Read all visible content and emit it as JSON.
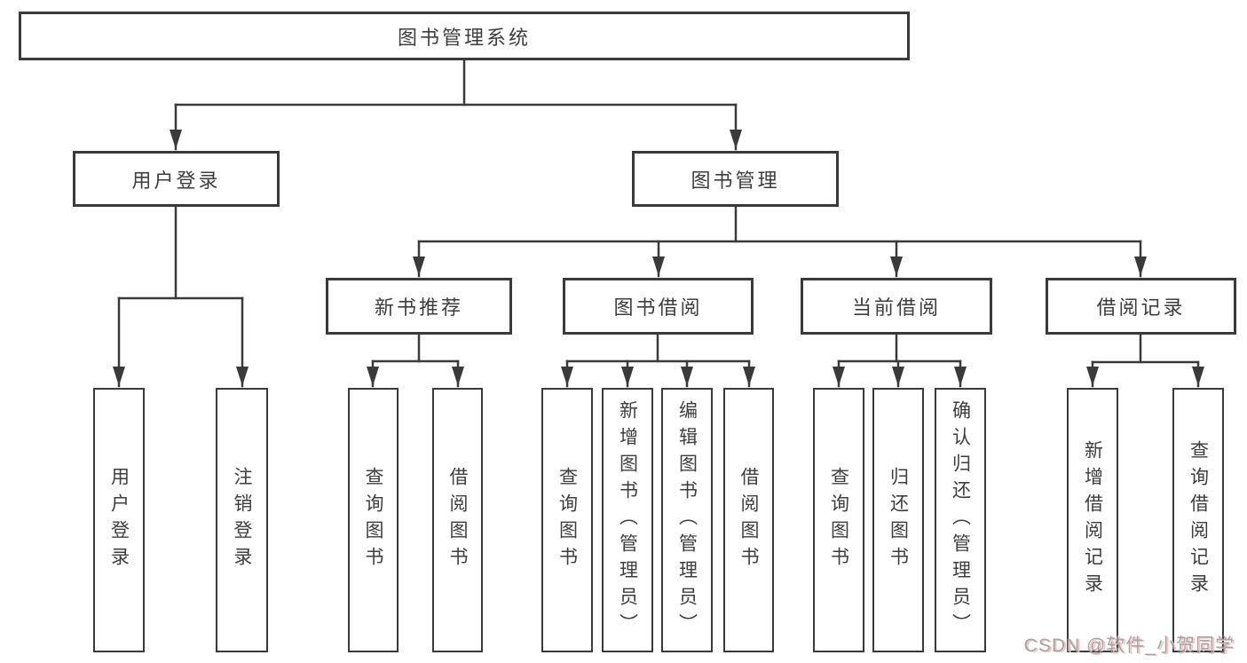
{
  "tree": {
    "root": {
      "label": "图书管理系统",
      "children": [
        {
          "label": "用户登录",
          "children": [
            {
              "label": "用户登录"
            },
            {
              "label": "注销登录"
            }
          ]
        },
        {
          "label": "图书管理",
          "children": [
            {
              "label": "新书推荐",
              "children": [
                {
                  "label": "查询图书"
                },
                {
                  "label": "借阅图书"
                }
              ]
            },
            {
              "label": "图书借阅",
              "children": [
                {
                  "label": "查询图书"
                },
                {
                  "label": "新增图书（管理员）"
                },
                {
                  "label": "编辑图书（管理员）"
                },
                {
                  "label": "借阅图书"
                }
              ]
            },
            {
              "label": "当前借阅",
              "children": [
                {
                  "label": "查询图书"
                },
                {
                  "label": "归还图书"
                },
                {
                  "label": "确认归还（管理员）"
                }
              ]
            },
            {
              "label": "借阅记录",
              "children": [
                {
                  "label": "新增借阅记录"
                },
                {
                  "label": "查询借阅记录"
                }
              ]
            }
          ]
        }
      ]
    }
  },
  "watermark": {
    "text": "CSDN @软件_小贺同学"
  },
  "colors": {
    "line": "#3a3a3a",
    "text": "#3d3d3d",
    "background": "#ffffff",
    "watermark": "#9e9e9e",
    "watermark_shadow": "#f3bcbc"
  }
}
